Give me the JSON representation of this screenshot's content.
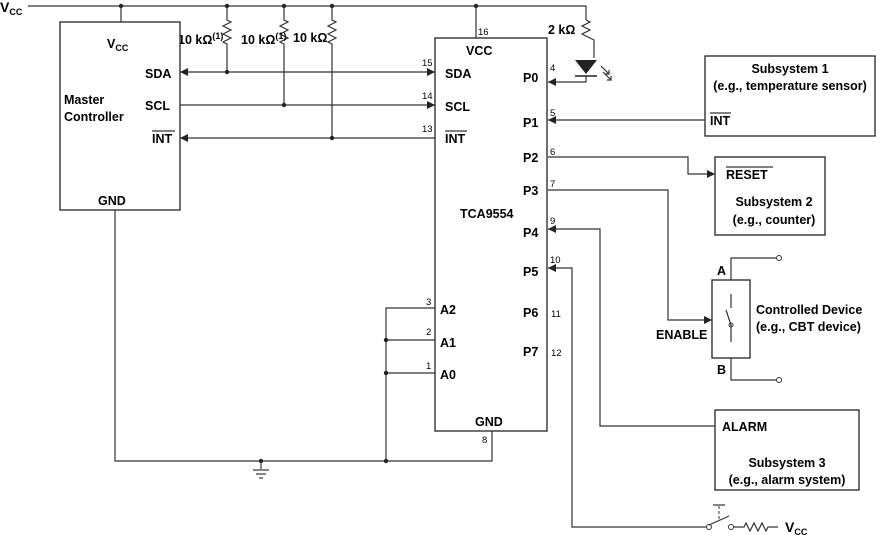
{
  "vcc_top": {
    "main": "V",
    "sub": "CC"
  },
  "master": {
    "vcc_main": "V",
    "vcc_sub": "CC",
    "sda": "SDA",
    "scl": "SCL",
    "int": "INT",
    "title_line1": "Master",
    "title_line2": "Controller",
    "gnd": "GND"
  },
  "resistors": [
    {
      "label": "10 kΩ",
      "note": "(1)"
    },
    {
      "label": "10 kΩ",
      "note": "(1)"
    },
    {
      "label": "10 kΩ",
      "note": ""
    },
    {
      "label": "2 kΩ",
      "note": ""
    }
  ],
  "chip": {
    "name": "TCA9554",
    "vcc": "VCC",
    "gnd": "GND",
    "left_pins": [
      {
        "name": "SDA",
        "num": "15"
      },
      {
        "name": "SCL",
        "num": "14"
      },
      {
        "name": "INT",
        "num": "13"
      },
      {
        "name": "A2",
        "num": "3"
      },
      {
        "name": "A1",
        "num": "2"
      },
      {
        "name": "A0",
        "num": "1"
      }
    ],
    "right_pins": [
      {
        "name": "P0",
        "num": "4"
      },
      {
        "name": "P1",
        "num": "5"
      },
      {
        "name": "P2",
        "num": "6"
      },
      {
        "name": "P3",
        "num": "7"
      },
      {
        "name": "P4",
        "num": "9"
      },
      {
        "name": "P5",
        "num": "10"
      },
      {
        "name": "P6",
        "num": "11"
      },
      {
        "name": "P7",
        "num": "12"
      }
    ],
    "vcc_pin": "16",
    "gnd_pin": "8"
  },
  "subsystem1": {
    "title": "Subsystem 1",
    "desc": "(e.g., temperature sensor)",
    "pin": "INT"
  },
  "subsystem2": {
    "pin": "RESET",
    "title": "Subsystem 2",
    "desc": "(e.g., counter)"
  },
  "controlled_device": {
    "title": "Controlled Device",
    "desc": "(e.g., CBT device)",
    "a": "A",
    "b": "B",
    "enable": "ENABLE"
  },
  "subsystem3": {
    "pin": "ALARM",
    "title": "Subsystem 3",
    "desc": "(e.g., alarm system)"
  },
  "switch_vcc": {
    "main": "V",
    "sub": "CC"
  }
}
